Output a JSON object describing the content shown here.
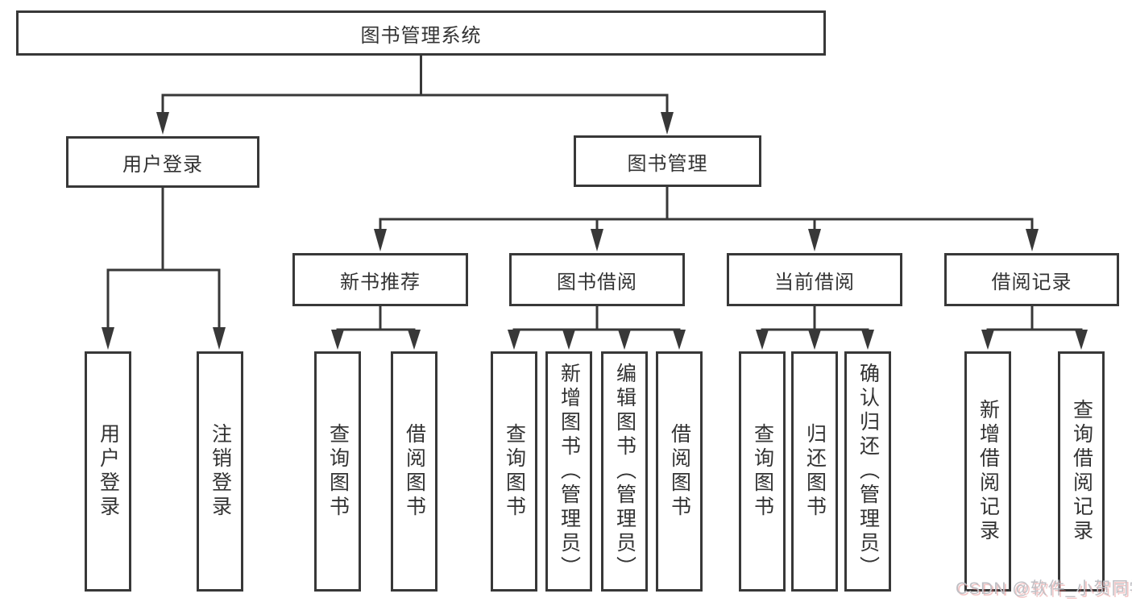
{
  "diagram": {
    "tree": {
      "root": {
        "label": "图书管理系统",
        "children": [
          {
            "label": "用户登录",
            "children": [
              {
                "label": "用户登录"
              },
              {
                "label": "注销登录"
              }
            ]
          },
          {
            "label": "图书管理",
            "children": [
              {
                "label": "新书推荐",
                "children": [
                  {
                    "label": "查询图书"
                  },
                  {
                    "label": "借阅图书"
                  }
                ]
              },
              {
                "label": "图书借阅",
                "children": [
                  {
                    "label": "查询图书"
                  },
                  {
                    "label": "新增图书（管理员）"
                  },
                  {
                    "label": "编辑图书（管理员）"
                  },
                  {
                    "label": "借阅图书"
                  }
                ]
              },
              {
                "label": "当前借阅",
                "children": [
                  {
                    "label": "查询图书"
                  },
                  {
                    "label": "归还图书"
                  },
                  {
                    "label": "确认归还（管理员）"
                  }
                ]
              },
              {
                "label": "借阅记录",
                "children": [
                  {
                    "label": "新增借阅记录"
                  },
                  {
                    "label": "查询借阅记录"
                  }
                ]
              }
            ]
          }
        ]
      }
    },
    "colors": {
      "line": "#383838",
      "box_border": "#383838",
      "text": "#333333",
      "background": "#ffffff",
      "watermark_text": "#bfbfc4"
    }
  },
  "watermark": {
    "text": "CSDN @软件_小贺同学"
  }
}
